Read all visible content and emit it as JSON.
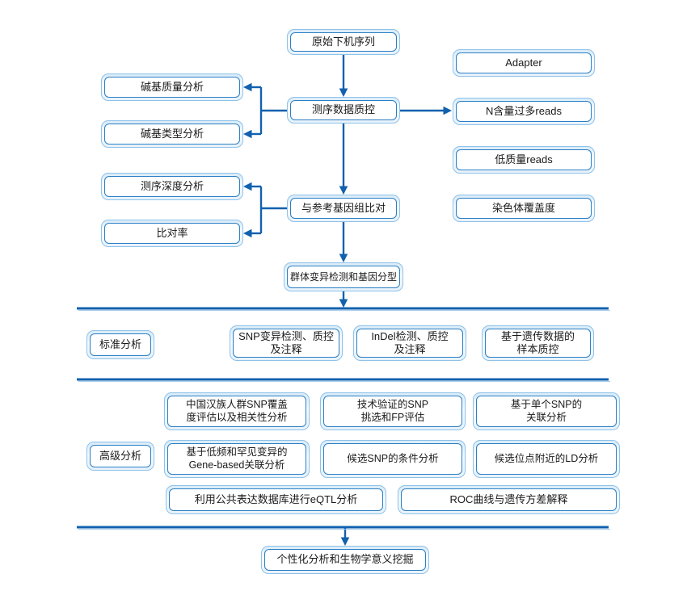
{
  "colors": {
    "connector_blue": "#1161ae",
    "box_outer_border": "#8fc2e9",
    "box_inner_border": "#2b7fc4",
    "box_fill": "#ffffff",
    "text": "#1a1a1a"
  },
  "nodes": {
    "raw_sequence": "原始下机序列",
    "seq_qc": "测序数据质控",
    "base_quality": "碱基质量分析",
    "base_type": "碱基类型分析",
    "adapter": "Adapter",
    "n_rich_reads": "N含量过多reads",
    "low_quality_reads": "低质量reads",
    "chromosome_coverage": "染色体覆盖度",
    "ref_alignment": "与参考基因组比对",
    "seq_depth": "测序深度分析",
    "mapping_rate": "比对率",
    "variant_genotyping": "群体变异检测和基因分型",
    "standard_section": "标准分析",
    "snp_qc_annotation": "SNP变异检测、质控\n及注释",
    "indel_qc_annotation": "InDel检测、质控\n及注释",
    "genetic_sample_qc": "基于遗传数据的\n样本质控",
    "advanced_section": "高级分析",
    "han_snp_coverage": "中国汉族人群SNP覆盖\n度评估以及相关性分析",
    "validated_snp_fp": "技术验证的SNP\n挑选和FP评估",
    "single_snp_assoc": "基于单个SNP的\n关联分析",
    "gene_based_assoc": "基于低频和罕见变异的\nGene-based关联分析",
    "candidate_snp_conditional": "候选SNP的条件分析",
    "ld_analysis": "候选位点附近的LD分析",
    "eqtl_analysis": "利用公共表达数据库进行eQTL分析",
    "roc_variance": "ROC曲线与遗传方差解释",
    "personalized_mining": "个性化分析和生物学意义挖掘"
  }
}
